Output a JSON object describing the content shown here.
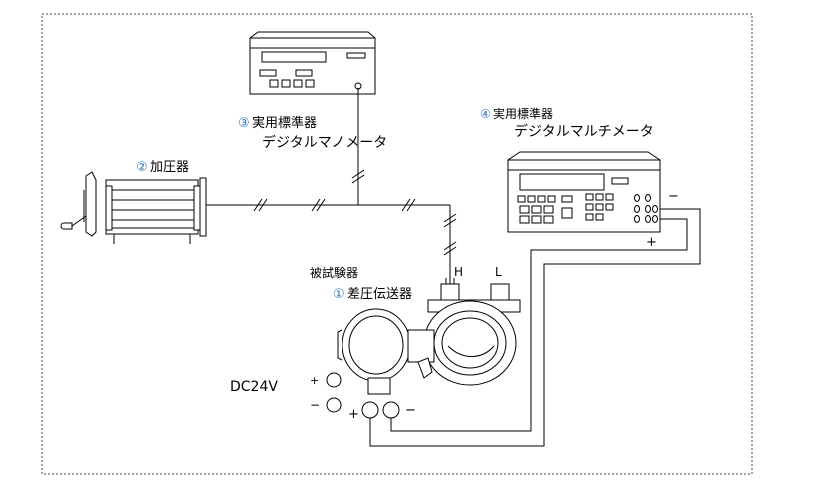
{
  "labels": {
    "manometer_num": "③",
    "manometer_title": "実用標準器",
    "manometer_sub": "デジタルマノメータ",
    "multimeter_num": "④",
    "multimeter_title": "実用標準器",
    "multimeter_sub": "デジタルマルチメータ",
    "pressurizer_num": "②",
    "pressurizer_title": "加圧器",
    "dut_label": "被試験器",
    "transmitter_num": "①",
    "transmitter_title": "差圧伝送器",
    "port_h": "H",
    "port_l": "L",
    "dc_source": "DC24V",
    "dc_plus": "+",
    "dc_minus": "−",
    "tx_plus": "+",
    "tx_minus": "−",
    "dmm_minus": "−",
    "dmm_plus": "+"
  },
  "colors": {
    "line": "#000000",
    "number_accent": "#2e75b6",
    "background": "#ffffff"
  }
}
